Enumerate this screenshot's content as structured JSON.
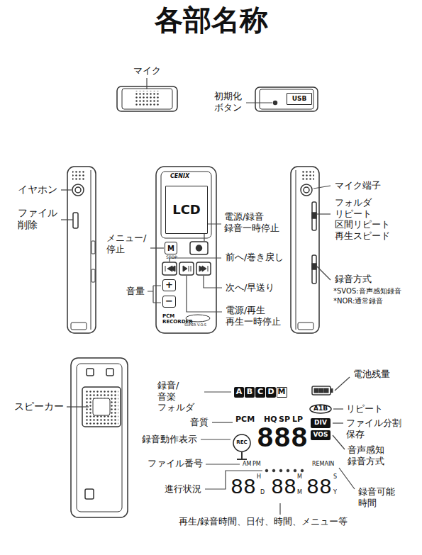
{
  "diagram": {
    "title": "各部名称",
    "nodes": [
      {
        "text": [
          "USB"
        ]
      },
      {
        "text": [
          "LCD"
        ]
      },
      {
        "text": [
          "M"
        ]
      },
      {
        "text": [
          "+"
        ]
      },
      {
        "text": [
          "−"
        ]
      },
      {
        "text": [
          "A"
        ]
      },
      {
        "text": [
          "B"
        ]
      },
      {
        "text": [
          "C"
        ]
      },
      {
        "text": [
          "D"
        ]
      },
      {
        "text": [
          "M"
        ]
      },
      {
        "text": [
          "A1B"
        ]
      },
      {
        "text": [
          "DIV"
        ]
      },
      {
        "text": [
          "VOS"
        ]
      },
      {
        "text": [
          "REC"
        ]
      }
    ],
    "labels": [
      "マイク",
      "初期化 ボタン",
      "イヤホン",
      "ファイル 削除",
      "CENIX",
      "STOP",
      "メニュー/ 停止",
      "電源/録音 録音一時停止",
      "前へ/巻き戻し",
      "次へ/早送り",
      "音量",
      "電源/再生 再生一時停止",
      "PCM RECORDER",
      "SUPER V.O.S",
      "マイク端子",
      "フォルダ リピート 区間リピート 再生スピード",
      "録音方式",
      "*SVOS:音声感知録音",
      "*NOR:通常録音",
      "スピーカー",
      "録音/音楽 フォルダ",
      "音質",
      "録音動作表示",
      "ファイル番号",
      "進行状況",
      "再生/録音時間、日付、時間、メニュー等",
      "電池残量",
      "リピート",
      "ファイル分割 保存",
      "音声感知 録音方式",
      "録音可能 時間",
      "PCM",
      "HQ",
      "SP",
      "LP",
      "888",
      "AM",
      "PM",
      "REMAIN",
      "88",
      "88",
      "88",
      "H",
      "D",
      "M",
      "M",
      "S",
      "Y"
    ]
  }
}
